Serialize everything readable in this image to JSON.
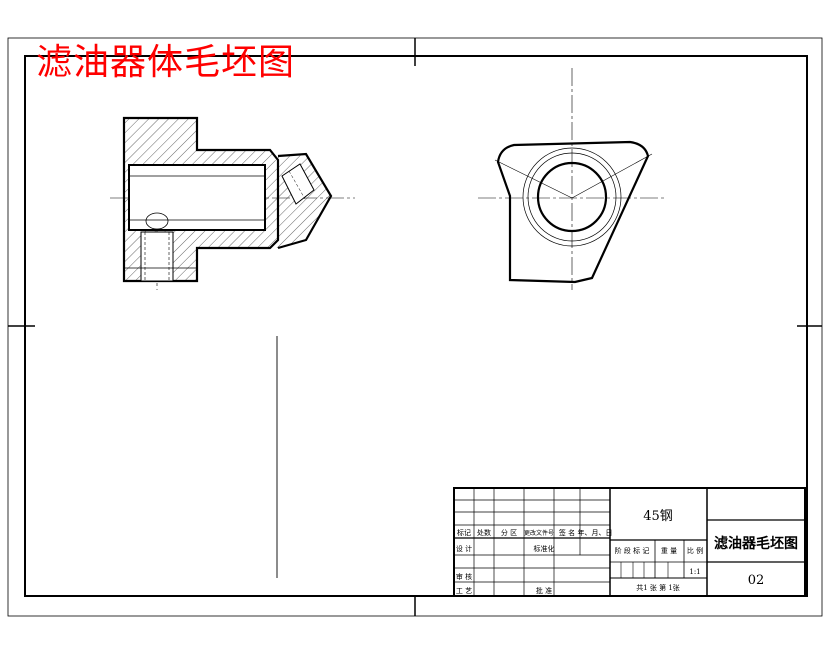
{
  "drawing": {
    "title_overlay": "滤油器体毛坯图",
    "colors": {
      "ink": "#000000",
      "title_red": "#ff0000",
      "paper": "#ffffff"
    }
  },
  "title_block": {
    "material": "45钢",
    "part_name": "滤油器毛坯图",
    "drawing_no": "02",
    "scale": "1:1",
    "header_labels": [
      "标记",
      "处数",
      "分 区",
      "更改文件号",
      "签 名",
      "年、月、日"
    ],
    "row_design": "设 计",
    "row_standard": "标准化",
    "row_review": "审 核",
    "row_process": "工 艺",
    "row_approve": "批 准",
    "stage_label": "阶 段 标 记",
    "weight_label": "重 量",
    "scale_label": "比 例",
    "sheet_info": "共1  张   第  1张"
  }
}
